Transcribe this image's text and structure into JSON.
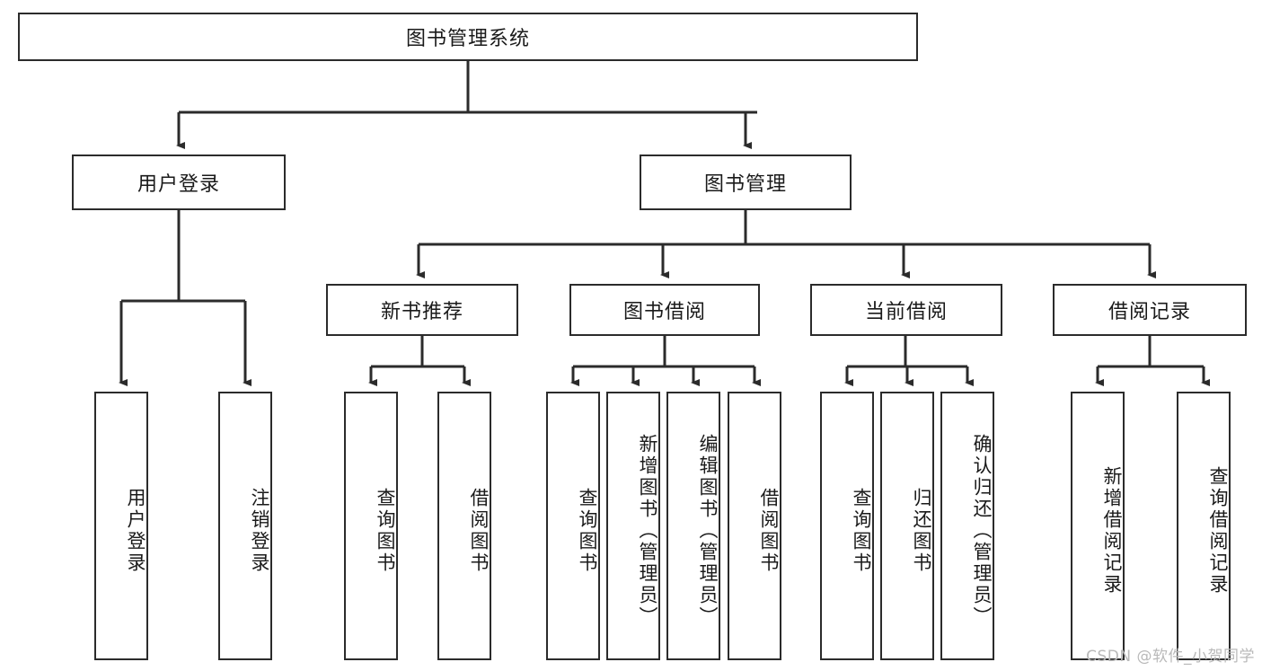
{
  "diagram": {
    "title": "图书管理系统",
    "watermark": "CSDN @软件_小贺同学",
    "type": "tree",
    "colors": {
      "stroke": "#2b2b2b",
      "fill": "#ffffff",
      "text": "#1a1a1a",
      "watermark": "#b9b9b9"
    },
    "root": {
      "label": "图书管理系统"
    },
    "level1": [
      {
        "label": "用户登录"
      },
      {
        "label": "图书管理"
      }
    ],
    "level2": [
      {
        "label": "新书推荐"
      },
      {
        "label": "图书借阅"
      },
      {
        "label": "当前借阅"
      },
      {
        "label": "借阅记录"
      }
    ],
    "leaves": {
      "user_login": [
        {
          "label": "用户登录"
        },
        {
          "label": "注销登录"
        }
      ],
      "new_book_recommend": [
        {
          "label": "查询图书"
        },
        {
          "label": "借阅图书"
        }
      ],
      "book_borrow": [
        {
          "label": "查询图书"
        },
        {
          "label": "新增图书（管理员）"
        },
        {
          "label": "编辑图书（管理员）"
        },
        {
          "label": "借阅图书"
        }
      ],
      "current_borrow": [
        {
          "label": "查询图书"
        },
        {
          "label": "归还图书"
        },
        {
          "label": "确认归还（管理员）"
        }
      ],
      "borrow_record": [
        {
          "label": "新增借阅记录"
        },
        {
          "label": "查询借阅记录"
        }
      ]
    }
  }
}
